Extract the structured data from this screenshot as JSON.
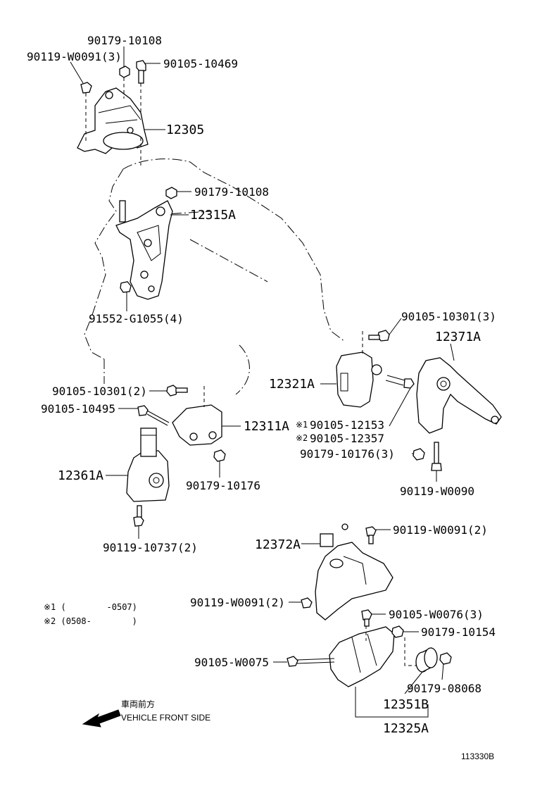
{
  "parts": {
    "p_90179_10108_top": "90179-10108",
    "p_90119_w0091_3": "90119-W0091(3)",
    "p_90105_10469": "90105-10469",
    "p_12305": "12305",
    "p_90179_10108_mid": "90179-10108",
    "p_12315a": "12315A",
    "p_91552_g1055_4": "91552-G1055(4)",
    "p_90105_10301_3": "90105-10301(3)",
    "p_12371a": "12371A",
    "p_12321a": "12321A",
    "p_90105_12153": "90105-12153",
    "p_90105_12357": "90105-12357",
    "p_90179_10176_3": "90179-10176(3)",
    "p_90119_w0090": "90119-W0090",
    "p_90105_10301_2": "90105-10301(2)",
    "p_90105_10495": "90105-10495",
    "p_12311a": "12311A",
    "p_12361a": "12361A",
    "p_90179_10176": "90179-10176",
    "p_90119_10737_2": "90119-10737(2)",
    "p_12372a": "12372A",
    "p_90119_w0091_2_right": "90119-W0091(2)",
    "p_90119_w0091_2_left": "90119-W0091(2)",
    "p_90105_w0076_3": "90105-W0076(3)",
    "p_90179_10154": "90179-10154",
    "p_90105_w0075": "90105-W0075",
    "p_90179_08068": "90179-08068",
    "p_12351b": "12351B",
    "p_12325a": "12325A"
  },
  "marks": {
    "mark1": "※1",
    "mark2": "※2",
    "mark1_small": "※1",
    "mark2_small": "※2"
  },
  "notes": {
    "note1": "※1 (        -0507)",
    "note2": "※2 (0508-        )"
  },
  "direction": {
    "japanese": "車両前方",
    "english": "VEHICLE FRONT SIDE"
  },
  "figure_id": "113330B"
}
